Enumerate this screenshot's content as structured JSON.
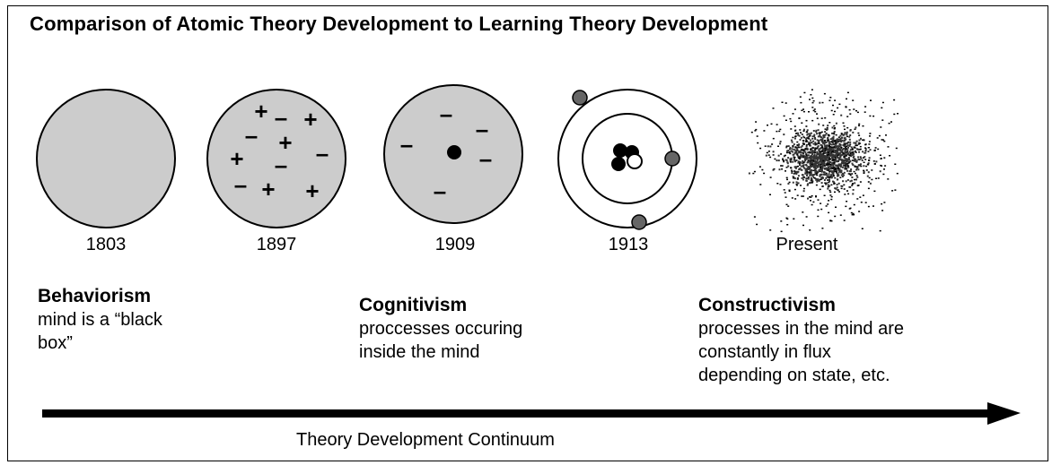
{
  "title": "Comparison of Atomic Theory Development to Learning Theory Development",
  "models": [
    {
      "year": "1803",
      "icon": "solid-sphere-icon"
    },
    {
      "year": "1897",
      "icon": "plum-pudding-icon"
    },
    {
      "year": "1909",
      "icon": "nuclear-atom-icon"
    },
    {
      "year": "1913",
      "icon": "bohr-orbit-icon"
    },
    {
      "year": "Present",
      "icon": "electron-cloud-icon"
    }
  ],
  "theories": [
    {
      "name": "Behaviorism",
      "desc": "mind is a “black\nbox”"
    },
    {
      "name": "Cognitivism",
      "desc": "proccesses occuring\ninside the mind"
    },
    {
      "name": "Constructivism",
      "desc": "processes in the mind are\nconstantly in flux\ndepending on state, etc."
    }
  ],
  "continuum_label": "Theory Development Continuum",
  "colors": {
    "sphere_fill": "#cccccc",
    "electron": "#666666",
    "stroke": "#000000"
  }
}
